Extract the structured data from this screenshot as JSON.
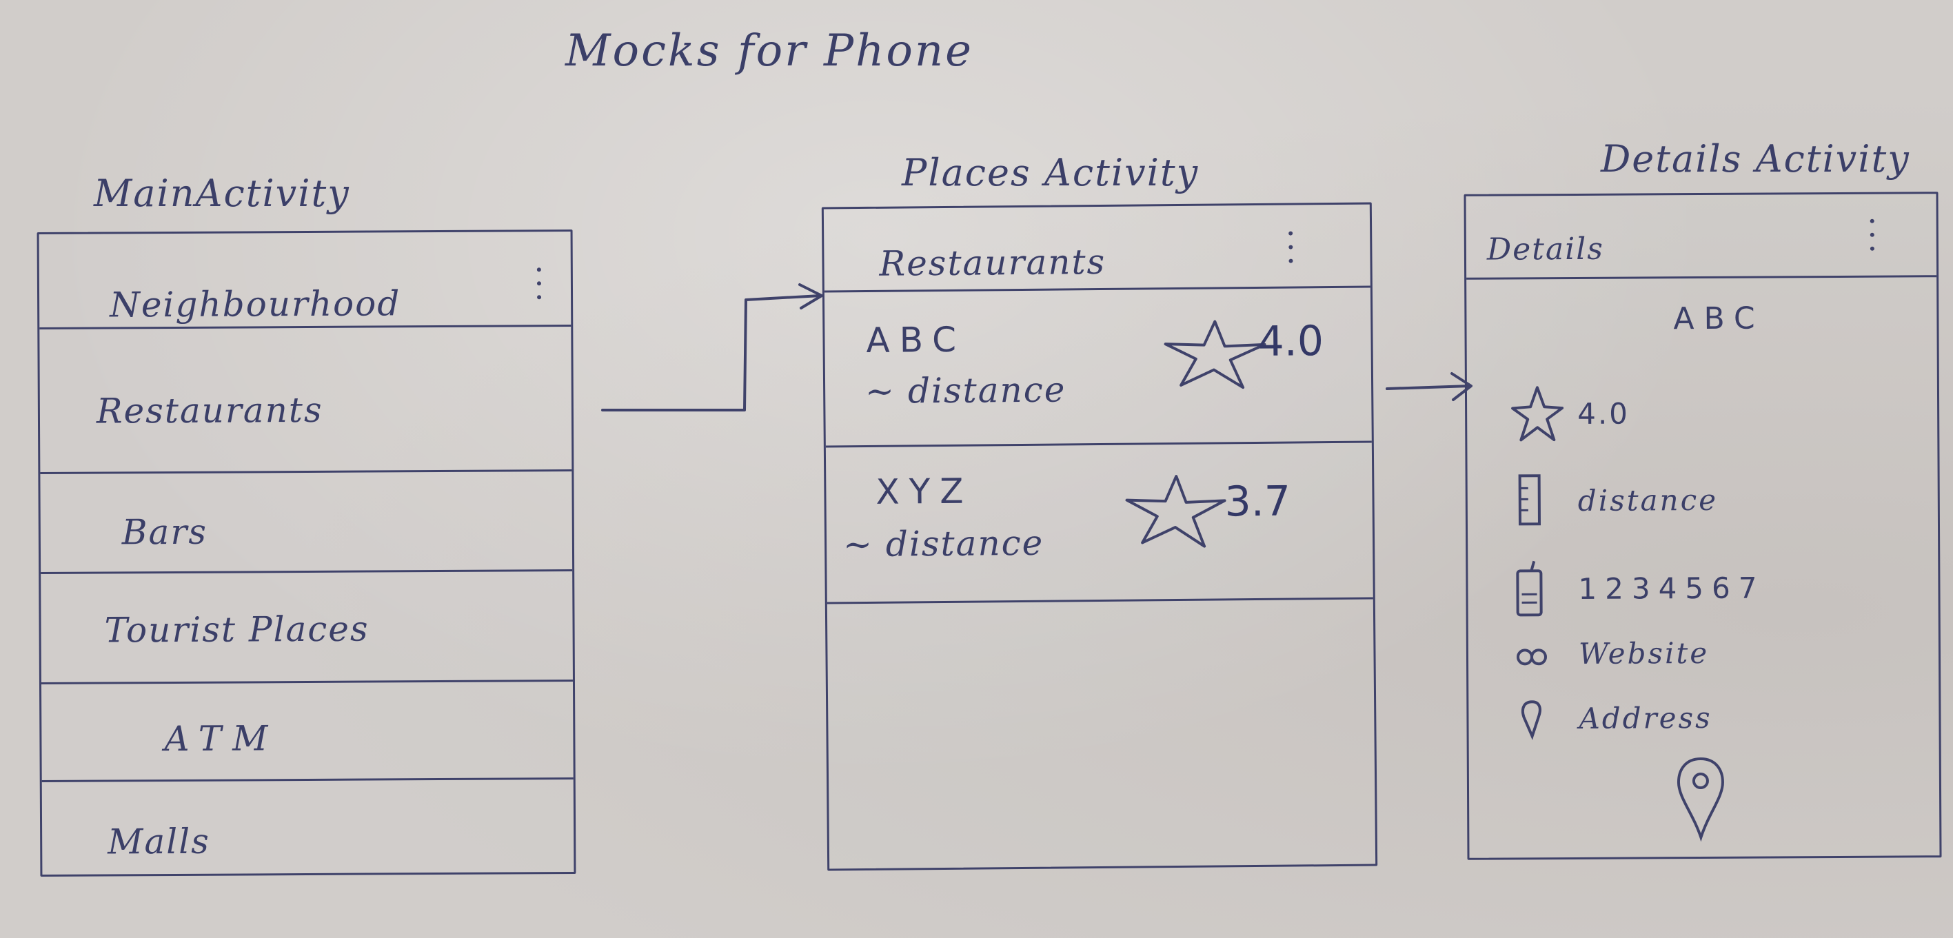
{
  "title": "Mocks for Phone",
  "main_activity": {
    "label": "MainActivity",
    "items": [
      {
        "label": "Neighbourhood"
      },
      {
        "label": "Restaurants"
      },
      {
        "label": "Bars"
      },
      {
        "label": "Tourist Places"
      },
      {
        "label": "ATM"
      },
      {
        "label": "Malls"
      }
    ]
  },
  "places_activity": {
    "label": "Places Activity",
    "header": "Restaurants",
    "places": [
      {
        "name": "ABC",
        "distance": "~ distance",
        "rating": "4.0"
      },
      {
        "name": "XYZ",
        "distance": "~ distance",
        "rating": "3.7"
      }
    ]
  },
  "details_activity": {
    "label": "Details Activity",
    "header": "Details",
    "name": "ABC",
    "rating": "4.0",
    "distance": "distance",
    "phone": "1234567",
    "website": "Website",
    "address": "Address"
  },
  "icons": {
    "menu": "overflow-menu-icon",
    "rating": "star-icon",
    "distance": "ruler-icon",
    "phone": "phone-icon",
    "website": "link-icon",
    "address": "pin-icon",
    "map": "map-pin-icon"
  },
  "colors": {
    "paper": "#d1cdca",
    "ink": "#3f426a"
  }
}
